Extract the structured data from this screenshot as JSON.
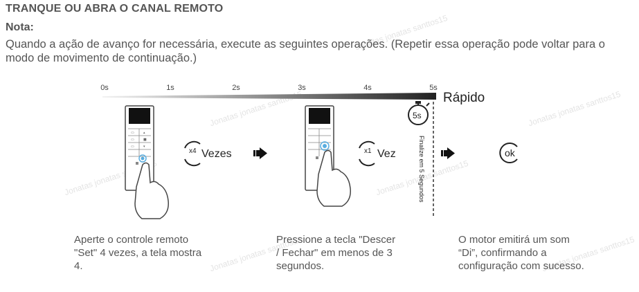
{
  "header": {
    "title": "TRANQUE OU ABRA O CANAL REMOTO",
    "note_label": "Nota:",
    "note_text": "Quando a ação de avanço for necessária, execute as seguintes operações.  (Repetir essa operação pode voltar para o modo de movimento de continuação.)"
  },
  "timeline": {
    "ticks": [
      "0s",
      "1s",
      "2s",
      "3s",
      "4s",
      "5s"
    ],
    "speed_label": "Rápido",
    "timer_label": "5s",
    "deadline_text": "Finalize em 5 Segundos",
    "gradient_start": "#f2f2f2",
    "gradient_end": "#222222"
  },
  "steps": [
    {
      "count_prefix": "x4",
      "count_label": "Vezes",
      "description": "Aperte o controle remoto \"Set\" 4 vezes, a tela mostra 4."
    },
    {
      "count_prefix": "x1",
      "count_label": "Vez",
      "description": "Pressione a tecla \"Descer / Fechar\" em menos de 3 segundos."
    },
    {
      "ok_label": "ok",
      "description": "O motor emitirá um som “Di”, confirmando a configuração com sucesso."
    }
  ],
  "watermark": "Jonatas jonatas santtos15",
  "colors": {
    "accent": "#5aaee0",
    "text": "#555555",
    "dark": "#222222"
  },
  "icons": [
    "remote-control-icon",
    "hand-pointer-icon",
    "arrow-right-icon",
    "repeat-icon",
    "stopwatch-icon",
    "ok-icon"
  ]
}
